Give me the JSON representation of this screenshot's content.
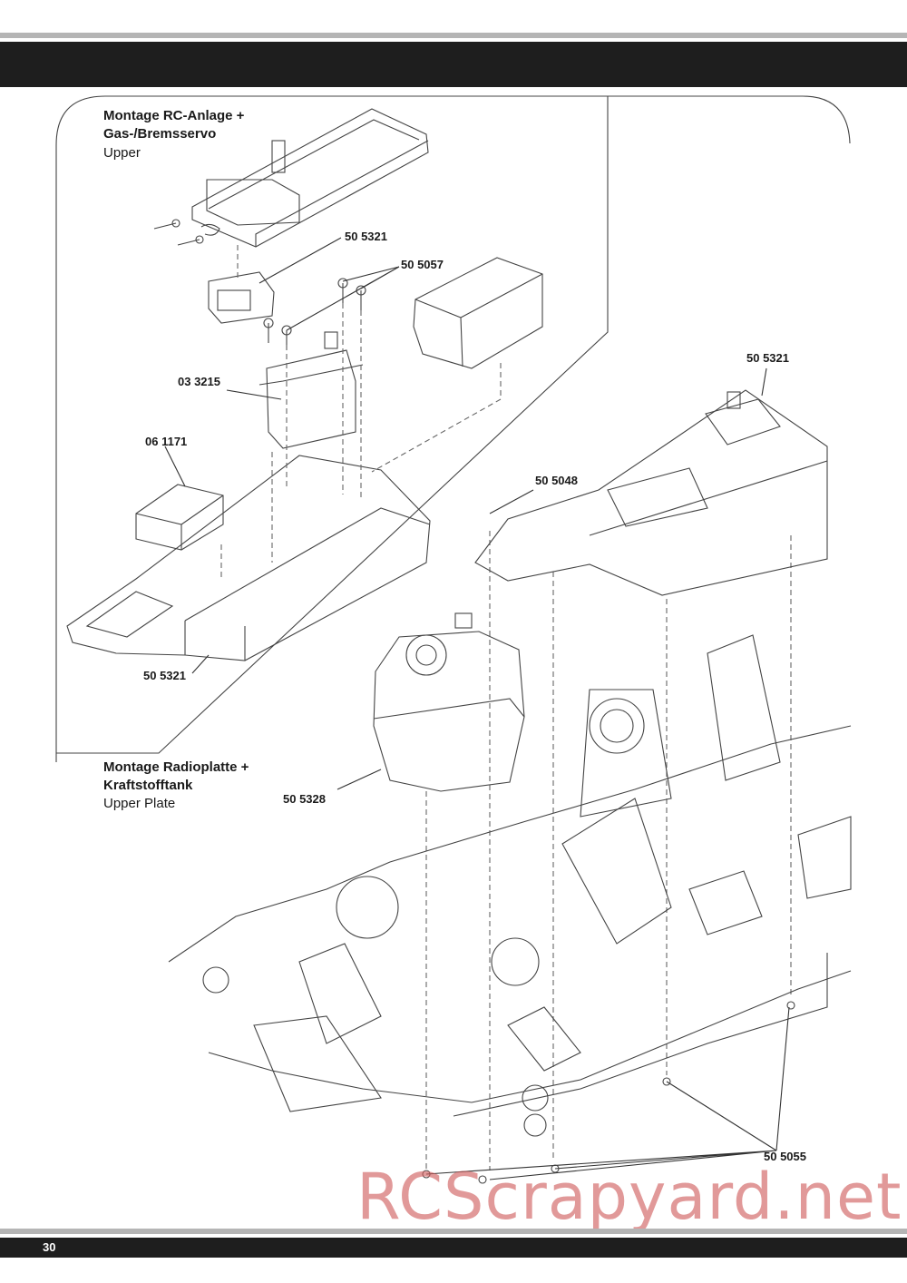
{
  "section1": {
    "heading_line1": "Montage RC-Anlage +",
    "heading_line2": "Gas-/Bremsservo",
    "subtitle": "Upper"
  },
  "section2": {
    "heading_line1": "Montage Radioplatte +",
    "heading_line2": "Kraftstofftank",
    "subtitle": "Upper Plate"
  },
  "parts": {
    "p1": "50 5321",
    "p2": "50 5057",
    "p3": "03 3215",
    "p4": "06 1171",
    "p5": "50 5321",
    "p6": "50 5321",
    "p7": "50 5048",
    "p8": "50 5328",
    "p9": "50 5055"
  },
  "watermark": "RCScrapyard.net",
  "page_number": "30"
}
